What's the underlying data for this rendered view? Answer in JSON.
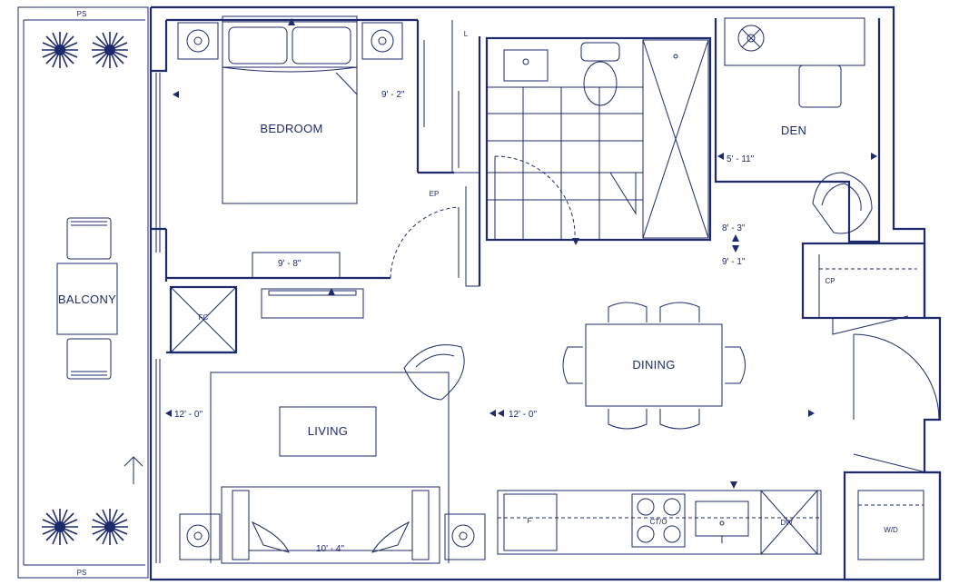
{
  "rooms": {
    "bedroom": "BEDROOM",
    "den": "DEN",
    "dining": "DINING",
    "living": "LIVING",
    "balcony": "BALCONY"
  },
  "fixtures": {
    "linen": "L",
    "ep": "EP",
    "fc": "FC",
    "cp": "CP",
    "fridge": "F",
    "cooktop": "CT/O",
    "dishwasher": "DW",
    "washer_dryer": "W/D",
    "ps_top": "PS",
    "ps_bottom": "PS"
  },
  "dimensions": {
    "bedroom_depth": "9' - 2\"",
    "bedroom_width": "9' - 8\"",
    "den_width": "5' - 11\"",
    "den_depth_a": "8' - 3\"",
    "den_depth_b": "9' - 1\"",
    "living_width": "12' - 0\"",
    "dining_width": "12' - 0\"",
    "sofa_width": "10' - 4\""
  },
  "colors": {
    "line": "#1d2a6b",
    "background": "#ffffff"
  }
}
